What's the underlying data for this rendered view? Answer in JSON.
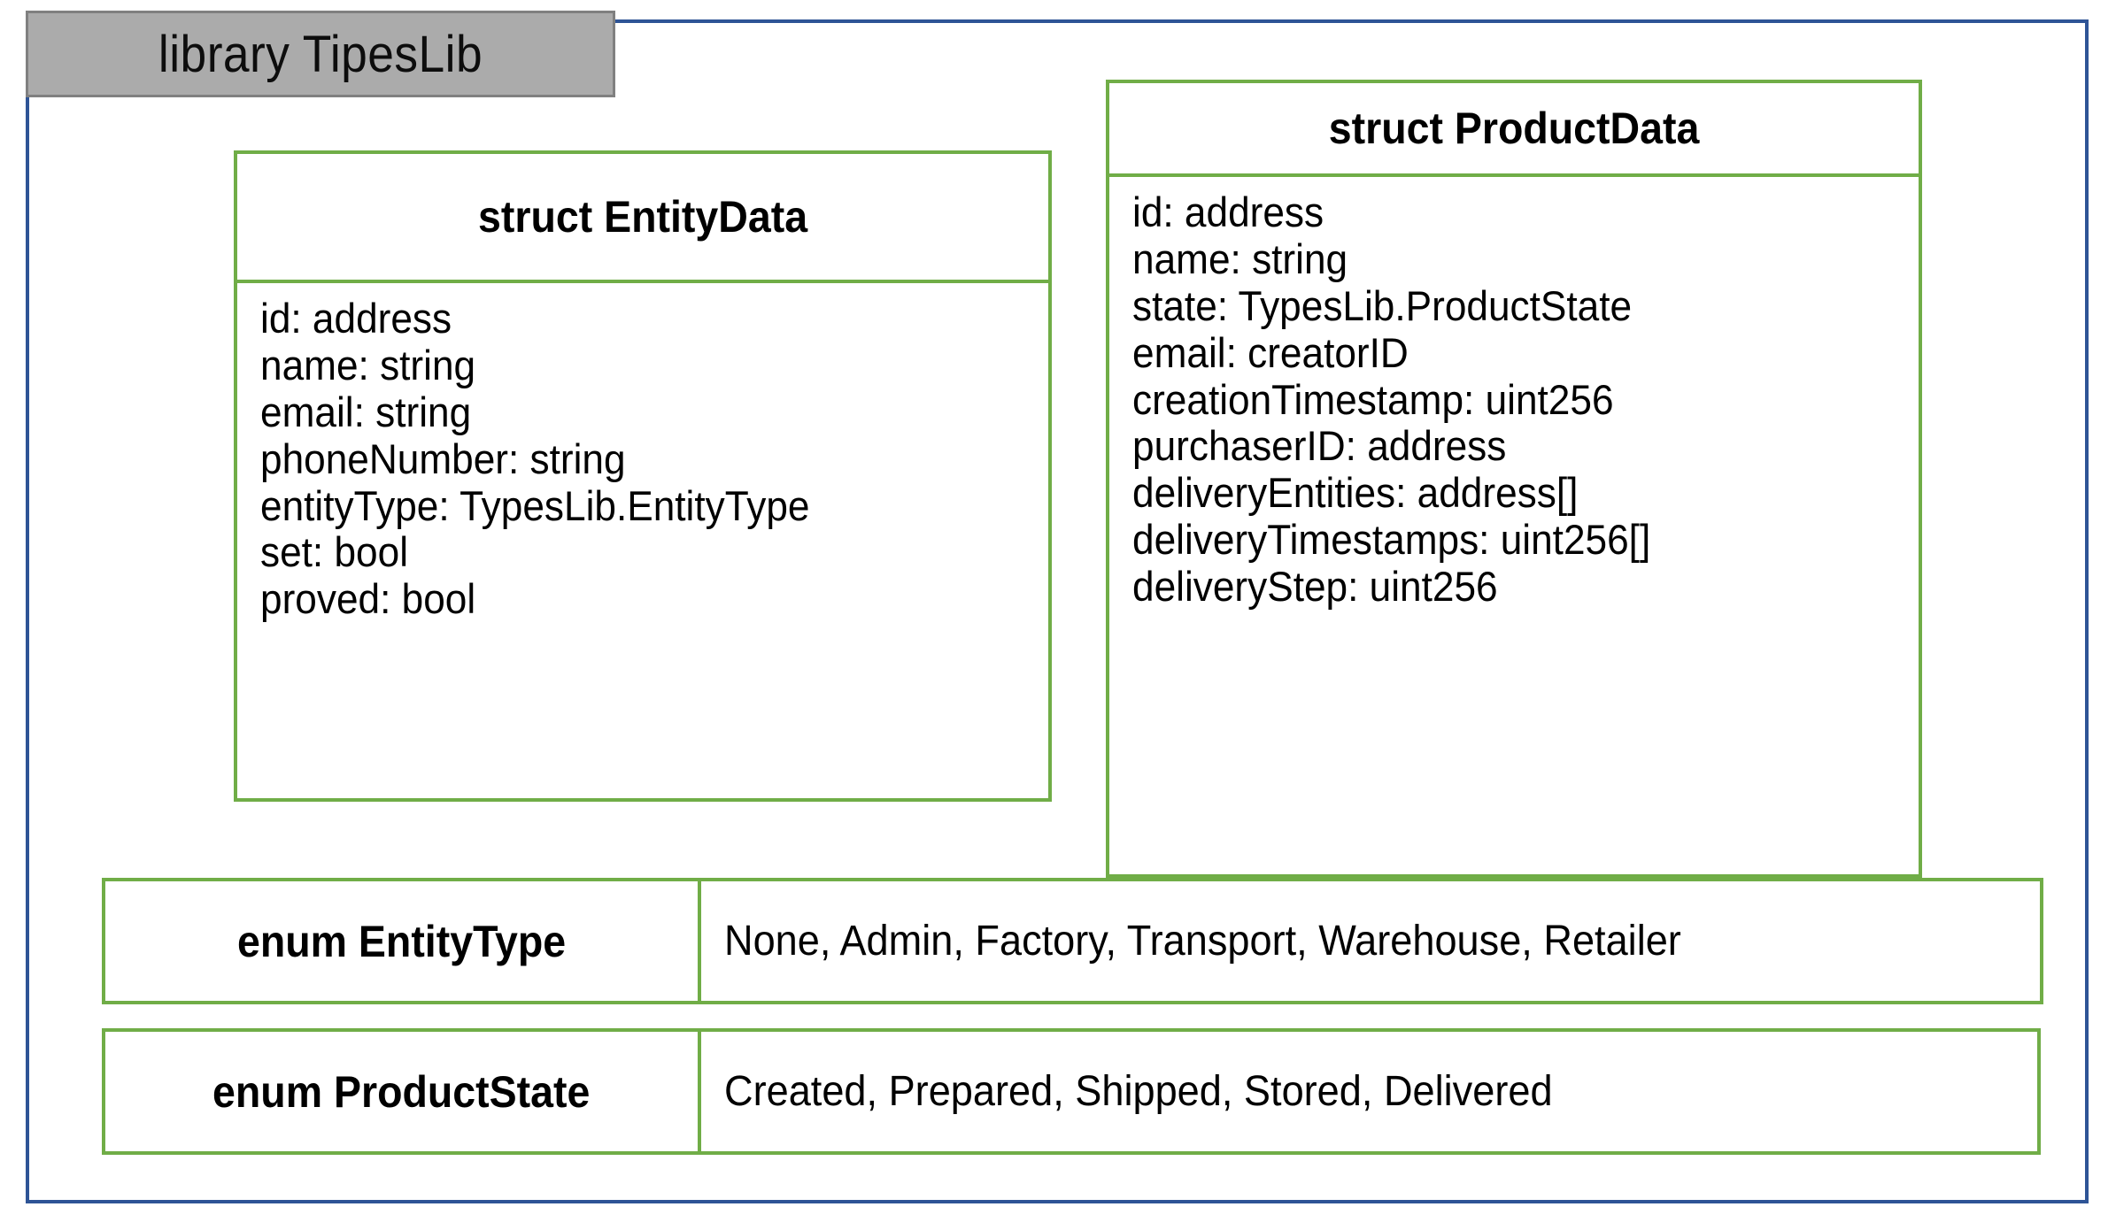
{
  "library": {
    "title": "library TipesLib",
    "frame_color": "#2E5496",
    "title_bg_color": "#ABABAB",
    "title_border_color": "#808080",
    "box_border_color": "#70AD47"
  },
  "structs": [
    {
      "id": "EntityData",
      "title": "struct EntityData",
      "fields": [
        "id: address",
        "name: string",
        "email: string",
        "phoneNumber: string",
        "entityType: TypesLib.EntityType",
        "set: bool",
        "proved: bool"
      ]
    },
    {
      "id": "ProductData",
      "title": "struct ProductData",
      "fields": [
        "id: address",
        "name: string",
        "state: TypesLib.ProductState",
        "email: creatorID",
        "creationTimestamp: uint256",
        "purchaserID: address",
        "deliveryEntities: address[]",
        "deliveryTimestamps: uint256[]",
        "deliveryStep: uint256"
      ]
    }
  ],
  "enums": [
    {
      "id": "EntityType",
      "name": "enum EntityType",
      "values": "None, Admin, Factory, Transport, Warehouse, Retailer"
    },
    {
      "id": "ProductState",
      "name": "enum ProductState",
      "values": "Created, Prepared, Shipped, Stored, Delivered"
    }
  ]
}
